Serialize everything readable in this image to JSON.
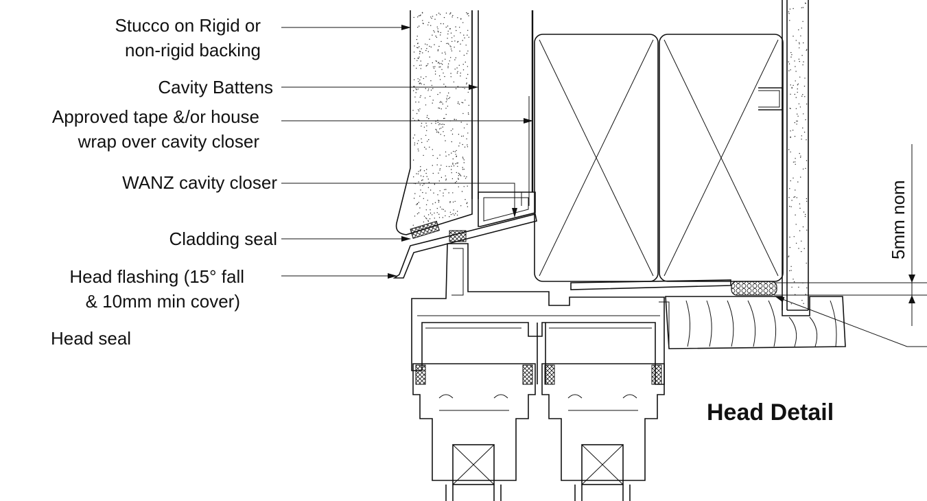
{
  "diagram": {
    "title": "Head Detail",
    "dimension_label": "5mm nom",
    "labels": [
      {
        "id": "stucco",
        "lines": [
          "Stucco on Rigid or",
          "non-rigid backing"
        ]
      },
      {
        "id": "battens",
        "lines": [
          "Cavity Battens"
        ]
      },
      {
        "id": "tape",
        "lines": [
          "Approved tape &/or house",
          "wrap over cavity closer"
        ]
      },
      {
        "id": "closer",
        "lines": [
          "WANZ cavity closer"
        ]
      },
      {
        "id": "cladding-seal",
        "lines": [
          "Cladding seal"
        ]
      },
      {
        "id": "head-flashing",
        "lines": [
          "Head flashing (15° fall",
          "& 10mm min cover)"
        ]
      },
      {
        "id": "head-seal",
        "lines": [
          "Head seal"
        ]
      }
    ]
  }
}
